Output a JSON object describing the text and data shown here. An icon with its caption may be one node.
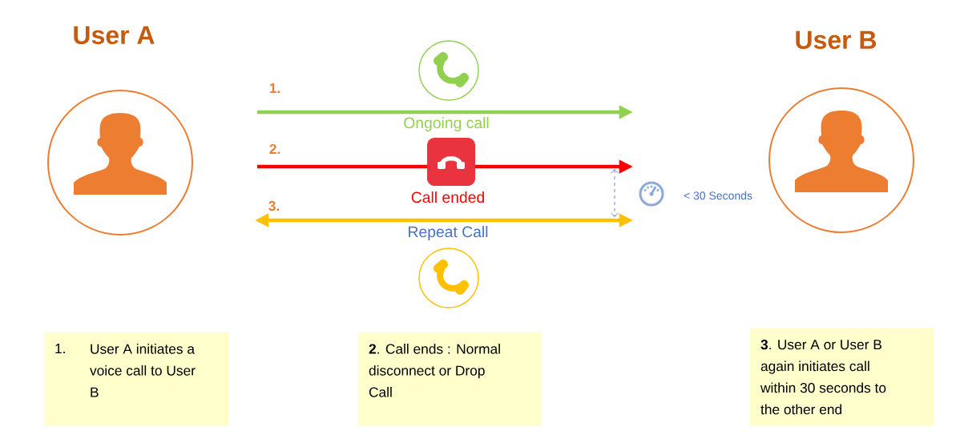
{
  "diagram": {
    "nodes": [
      {
        "text": [
          "User A"
        ]
      },
      {
        "text": [
          "User B"
        ]
      },
      {
        "text": [
          "1.",
          "User A initiates a voice call to User B"
        ]
      },
      {
        "text": [
          "**2**. Call ends : Normal disconnect or Drop Call"
        ]
      },
      {
        "text": [
          "**3**. User A or User B again initiates call within 30 seconds to the other end"
        ]
      }
    ],
    "labels": [
      "1.",
      "Ongoing call",
      "2.",
      "Call ended",
      "< 30 Seconds",
      "3.",
      "Repeat Call"
    ]
  }
}
